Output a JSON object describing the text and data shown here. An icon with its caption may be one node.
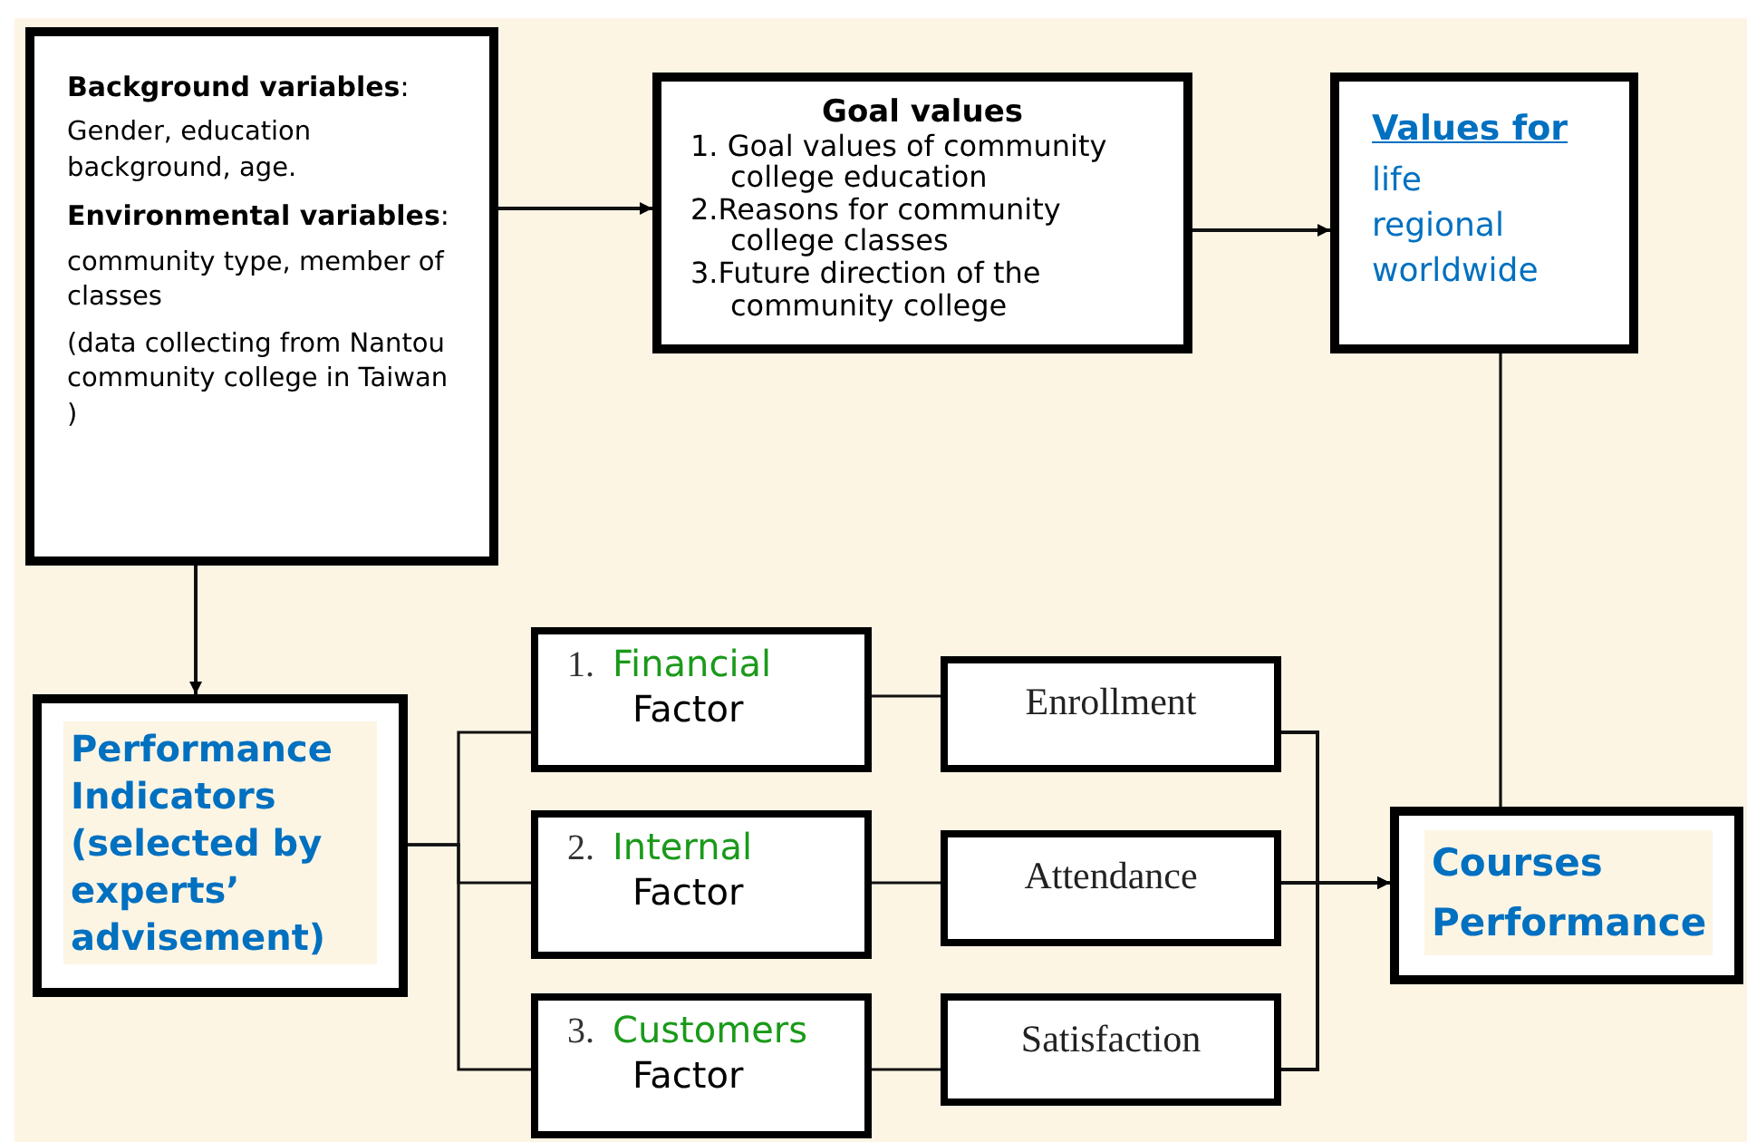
{
  "diagram": {
    "nodes": [
      {
        "text": [
          "**Background variables**:",
          "Gender, education background, age.",
          "**Environmental variables**:",
          "community type, member of classes",
          "(data collecting from Nantou community college in Taiwan )"
        ]
      },
      {
        "text": [
          "Goal values",
          "1. Goal values of community college education",
          "2.Reasons for community college classes",
          "3.Future direction of the community college"
        ]
      },
      {
        "text": [
          "Values for",
          "life",
          "regional",
          "worldwide"
        ]
      },
      {
        "text": [
          "Performance Indicators (selected by experts’ advisement)"
        ]
      },
      {
        "text": [
          "1.",
          "Financial",
          "Factor"
        ]
      },
      {
        "text": [
          "2.",
          "Internal",
          "Factor"
        ]
      },
      {
        "text": [
          "3.",
          "Customers",
          "Factor"
        ]
      },
      {
        "text": [
          "Enrollment"
        ]
      },
      {
        "text": [
          "Attendance"
        ]
      },
      {
        "text": [
          "Satisfaction"
        ]
      },
      {
        "text": [
          "Courses Performance"
        ]
      }
    ],
    "edges": [
      {
        "from": 0,
        "to": 1,
        "arrow": "to"
      },
      {
        "from": 1,
        "to": 2,
        "arrow": "to"
      },
      {
        "from": 0,
        "to": 3,
        "arrow": "to"
      },
      {
        "from": 3,
        "to": 4,
        "arrow": "none"
      },
      {
        "from": 3,
        "to": 5,
        "arrow": "none"
      },
      {
        "from": 3,
        "to": 6,
        "arrow": "none"
      },
      {
        "from": 4,
        "to": 7,
        "arrow": "none"
      },
      {
        "from": 5,
        "to": 8,
        "arrow": "none"
      },
      {
        "from": 6,
        "to": 9,
        "arrow": "none"
      },
      {
        "from": 7,
        "to": 10,
        "arrow": "to"
      },
      {
        "from": 8,
        "to": 10,
        "arrow": "to"
      },
      {
        "from": 9,
        "to": 10,
        "arrow": "to"
      },
      {
        "from": 2,
        "to": 10,
        "arrow": "none"
      }
    ]
  }
}
